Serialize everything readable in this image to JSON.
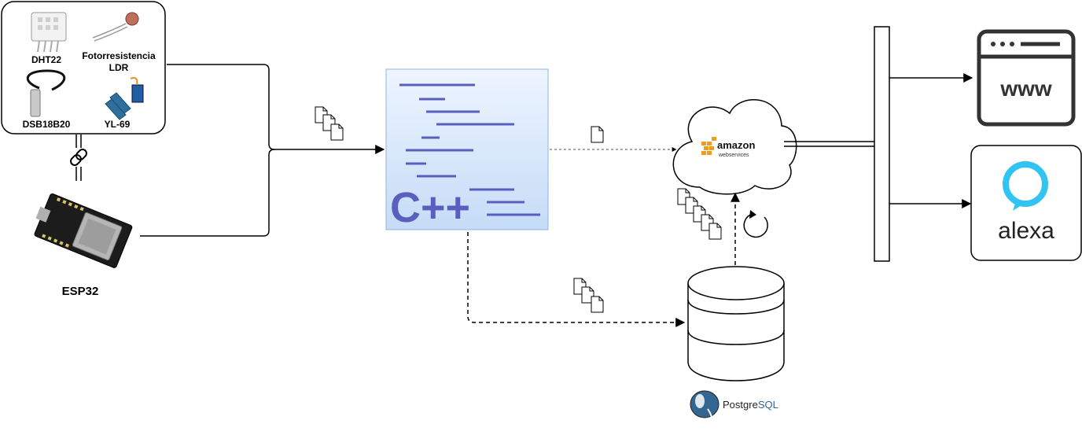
{
  "sensors": {
    "dht22": "DHT22",
    "ldr_line1": "Fotorresistencia",
    "ldr_line2": "LDR",
    "ds18b20": "DSB18B20",
    "yl69": "YL-69"
  },
  "board": {
    "label": "ESP32"
  },
  "cpp": {
    "logo_text": "C++"
  },
  "aws": {
    "brand": "amazon",
    "sub": "webservices"
  },
  "database": {
    "brand_prefix": "Postgre",
    "brand_suffix": "SQL"
  },
  "outputs": {
    "web_text": "www",
    "alexa_text": "alexa"
  },
  "colors": {
    "cpp_fill_top": "#eef5ff",
    "cpp_fill_bottom": "#c5dcf7",
    "cpp_border": "#8fb4e3",
    "cpp_code": "#5a5fbf",
    "alexa": "#31c4f3",
    "aws_orange": "#f29c1f",
    "postgres_blue": "#336791"
  }
}
